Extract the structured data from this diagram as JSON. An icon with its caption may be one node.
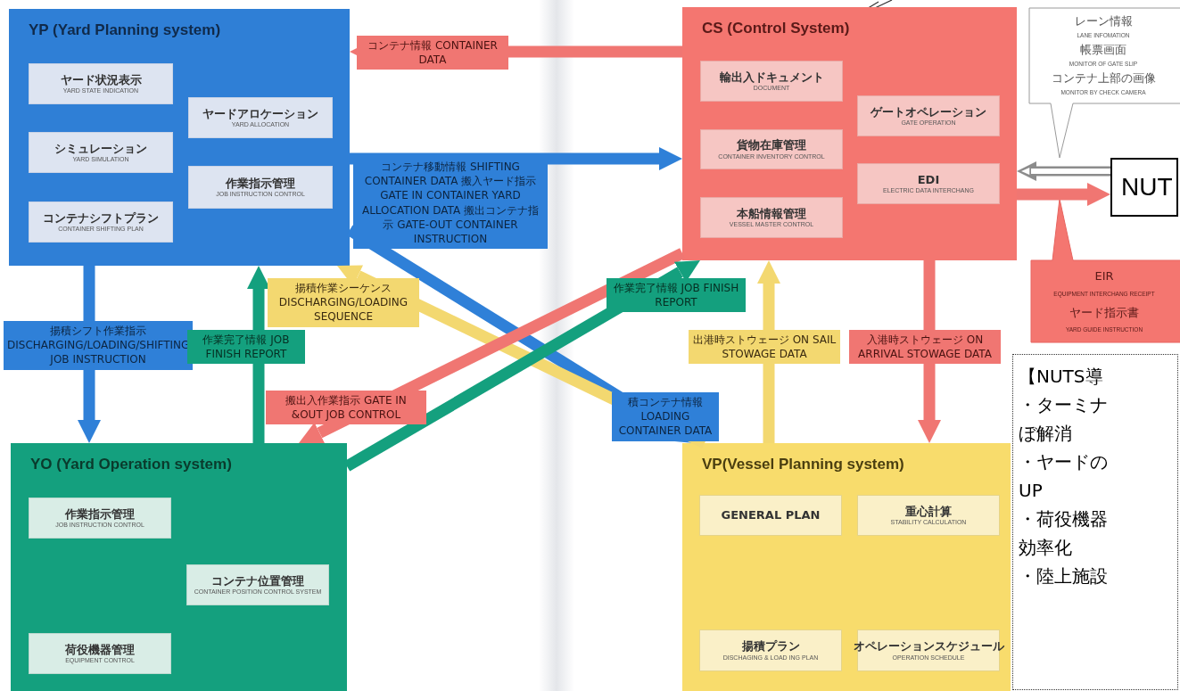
{
  "diagram": {
    "nodes": [
      {
        "text": [
          "YP (Yard Planning system)"
        ]
      },
      {
        "text": [
          "ヤード状況表示",
          "YARD STATE INDICATION"
        ],
        "in": 0
      },
      {
        "text": [
          "ヤードアロケーション",
          "YARD ALLOCATION"
        ],
        "in": 0
      },
      {
        "text": [
          "シミュレーション",
          "YARD SIMULATION"
        ],
        "in": 0
      },
      {
        "text": [
          "作業指示管理",
          "JOB INSTRUCTION CONTROL"
        ],
        "in": 0
      },
      {
        "text": [
          "コンテナシフトプラン",
          "CONTAINER SHIFTING PLAN"
        ],
        "in": 0
      },
      {
        "text": [
          "CS (Control System)"
        ]
      },
      {
        "text": [
          "輸出入ドキュメント",
          "DOCUMENT"
        ],
        "in": 6
      },
      {
        "text": [
          "ゲートオペレーション",
          "GATE OPERATION"
        ],
        "in": 6
      },
      {
        "text": [
          "貨物在庫管理",
          "CONTAINER INVENTORY CONTROL"
        ],
        "in": 6
      },
      {
        "text": [
          "EDI",
          "ELECTRIC DATA INTERCHANG"
        ],
        "in": 6
      },
      {
        "text": [
          "本船情報管理",
          "VESSEL MASTER CONTROL"
        ],
        "in": 6
      },
      {
        "text": [
          "レーン情報",
          "LANE INFOMATION",
          "帳票画面",
          "MONITOR OF GATE SLIP",
          "コンテナ上部の画像",
          "MONITOR BY CHECK CAMERA"
        ]
      },
      {
        "text": [
          "NUT"
        ]
      },
      {
        "text": [
          "EIR",
          "EQUIPMENT INTERCHANG RECEIPT",
          "ヤード指示書",
          "YARD GUIDE INSTRUCTION"
        ]
      },
      {
        "text": [
          "YO (Yard Operation system)"
        ]
      },
      {
        "text": [
          "作業指示管理",
          "JOB INSTRUCTION CONTROL"
        ],
        "in": 15
      },
      {
        "text": [
          "コンテナ位置管理",
          "CONTAINER POSITION CONTROL SYSTEM"
        ],
        "in": 15
      },
      {
        "text": [
          "荷役機器管理",
          "EQUIPMENT CONTROL"
        ],
        "in": 15
      },
      {
        "text": [
          "VP(Vessel Planning system)"
        ]
      },
      {
        "text": [
          "GENERAL PLAN"
        ],
        "in": 19
      },
      {
        "text": [
          "重心計算",
          "STABILITY CALCULATION"
        ],
        "in": 19
      },
      {
        "text": [
          "揚積プラン",
          "DISCHAGING & LOAD ING PLAN"
        ],
        "in": 19
      },
      {
        "text": [
          "オペレーションスケジュール",
          "OPERATION SCHEDULE"
        ],
        "in": 19
      },
      {
        "text": [
          "【NUTS導",
          "・ターミナ",
          "ぼ解消",
          "・ヤードの",
          "UP",
          "・荷役機器",
          "効率化",
          "・陸上施設"
        ]
      }
    ],
    "edges": [
      {
        "from": 6,
        "to": 0,
        "arrow": "to",
        "label": "コンテナ情報 CONTAINER DATA",
        "color": "#f07672"
      },
      {
        "from": 0,
        "to": 6,
        "arrow": "to",
        "label": "コンテナ移動情報 SHIFTING CONTAINER DATA 搬入ヤード指示 GATE IN CONTAINER YARD ALLOCATION DATA 搬出コンテナ指示 GATE-OUT CONTAINER INSTRUCTION",
        "color": "#2f80d8"
      },
      {
        "from": 0,
        "to": 19,
        "arrow": "to",
        "label": "積コンテナ情報 LOADING CONTAINER DATA",
        "color": "#2f80d8"
      },
      {
        "from": 0,
        "to": 15,
        "arrow": "to",
        "label": "揚積シフト作業指示 DISCHARGING/LOADING/SHIFTING JOB INSTRUCTION",
        "color": "#2f80d8"
      },
      {
        "from": 15,
        "to": 0,
        "arrow": "to",
        "label": "作業完了情報 JOB FINISH REPORT",
        "color": "#14a07e"
      },
      {
        "from": 19,
        "to": 0,
        "arrow": "to",
        "label": "揚積作業シーケンス DISCHARGING/LOADING SEQUENCE",
        "color": "#f3d870"
      },
      {
        "from": 6,
        "to": 15,
        "arrow": "to",
        "label": "搬出入作業指示 GATE IN &OUT JOB CONTROL",
        "color": "#f07672"
      },
      {
        "from": 15,
        "to": 6,
        "arrow": "to",
        "label": "作業完了情報 JOB FINISH REPORT",
        "color": "#14a07e"
      },
      {
        "from": 19,
        "to": 6,
        "arrow": "to",
        "label": "出港時ストウェージ ON SAIL STOWAGE DATA",
        "color": "#f3d870"
      },
      {
        "from": 6,
        "to": 19,
        "arrow": "to",
        "label": "入港時ストウェージ ON ARRIVAL STOWAGE DATA",
        "color": "#f07672"
      },
      {
        "from": 6,
        "to": 13,
        "arrow": "to",
        "color": "#f07672"
      },
      {
        "from": 13,
        "to": 6,
        "arrow": "to",
        "color": "#ffffff"
      }
    ]
  }
}
